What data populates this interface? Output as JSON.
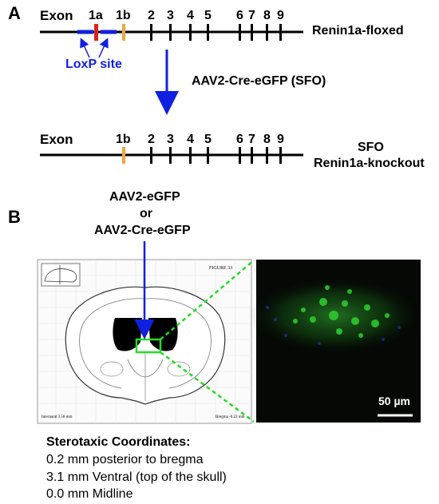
{
  "panel_a": {
    "letter": "A",
    "exon_label": "Exon",
    "top_gene": {
      "exons": [
        "1a",
        "1b",
        "2",
        "3",
        "4",
        "5",
        "6",
        "7",
        "8",
        "9"
      ],
      "label": "Renin1a-floxed",
      "loxp_label": "LoxP site"
    },
    "transduction_label": "AAV2-Cre-eGFP (SFO)",
    "bottom_gene": {
      "exons": [
        "1b",
        "2",
        "3",
        "4",
        "5",
        "6",
        "7",
        "8",
        "9"
      ],
      "label_line1": "SFO",
      "label_line2": "Renin1a-knockout"
    },
    "colors": {
      "exon1a": "#e0201e",
      "exon1b": "#f2a540",
      "loxp": "#1020e0",
      "arrow": "#1020e0"
    }
  },
  "panel_b": {
    "letter": "B",
    "injection_line1": "AAV2-eGFP",
    "injection_line2": "or",
    "injection_line3": "AAV2-Cre-eGFP",
    "atlas_figure": "FIGURE 33",
    "atlas_interaural": "Interaural 3.58 mm",
    "atlas_bregma": "Bregma -0.22 mm",
    "scale_bar": "50 µm",
    "coordinates_title": "Sterotaxic Coordinates:",
    "coordinates": [
      "0.2 mm posterior to bregma",
      "3.1 mm Ventral (top of the skull)",
      "0.0 mm Midline"
    ],
    "colors": {
      "zoom_lines": "#22dd22",
      "fluorescence": "#2fd02f"
    }
  }
}
